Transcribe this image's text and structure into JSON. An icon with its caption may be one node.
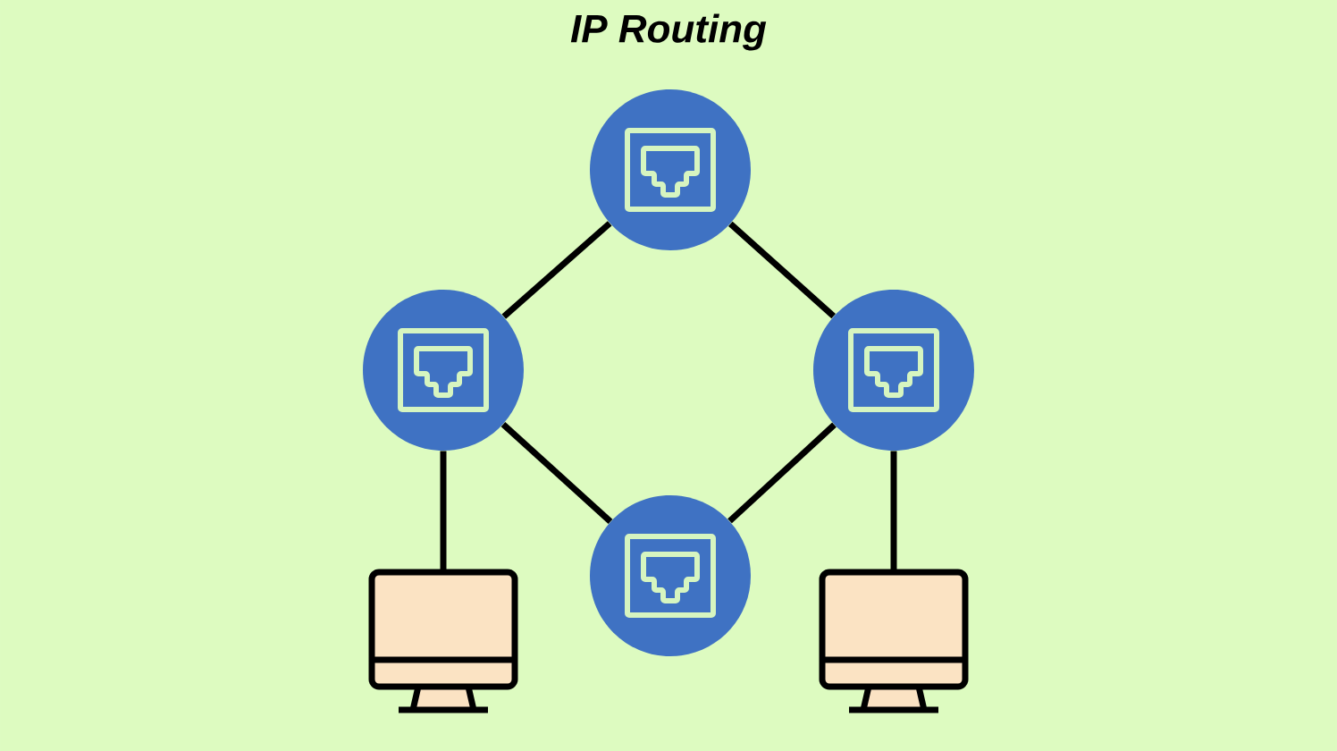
{
  "diagram": {
    "title": "IP Routing",
    "nodes": [
      {
        "text": [],
        "shape": "circle"
      },
      {
        "text": [],
        "shape": "circle"
      },
      {
        "text": [],
        "shape": "circle"
      },
      {
        "text": [],
        "shape": "circle"
      },
      {
        "text": [],
        "shape": "picture"
      },
      {
        "text": [],
        "shape": "picture"
      }
    ],
    "edges": [
      {
        "from": 0,
        "to": 1,
        "arrow": "none"
      },
      {
        "from": 0,
        "to": 2,
        "arrow": "none"
      },
      {
        "from": 1,
        "to": 3,
        "arrow": "none"
      },
      {
        "from": 2,
        "to": 3,
        "arrow": "none"
      },
      {
        "from": 1,
        "to": 4,
        "arrow": "none"
      },
      {
        "from": 2,
        "to": 5,
        "arrow": "none"
      }
    ]
  }
}
